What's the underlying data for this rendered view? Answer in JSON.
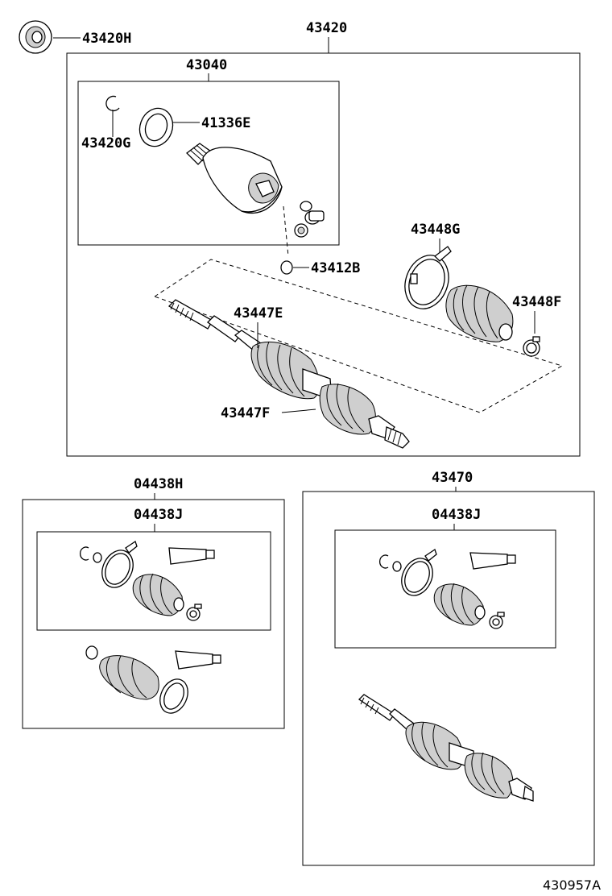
{
  "diagram_code": "430957A",
  "labels": {
    "p43420H": "43420H",
    "p43420": "43420",
    "p43040": "43040",
    "p41336E": "41336E",
    "p43420G": "43420G",
    "p43412B": "43412B",
    "p43448G": "43448G",
    "p43448F": "43448F",
    "p43447E": "43447E",
    "p43447F": "43447F",
    "p04438H": "04438H",
    "p04438J_left": "04438J",
    "p43470": "43470",
    "p04438J_right": "04438J"
  }
}
